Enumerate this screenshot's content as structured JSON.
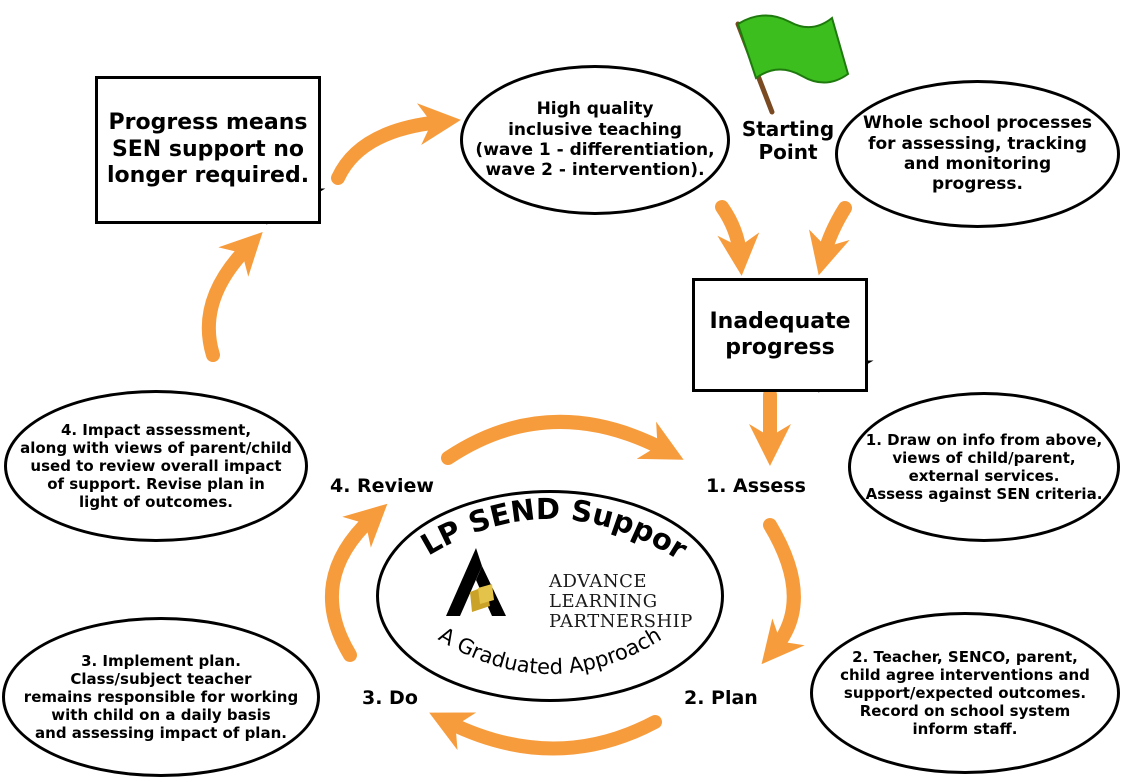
{
  "diagram": {
    "title": "ALP SEND Support",
    "subtitle": "A Graduated Approach",
    "logo": {
      "line1": "ADVANCE",
      "line2": "LEARNING",
      "line3": "PARTNERSHIP"
    },
    "nodes": {
      "progress_means": "Progress means\nSEN support no\nlonger required.",
      "high_quality": "High quality\ninclusive teaching\n(wave 1 - differentiation,\nwave 2 - intervention).",
      "starting_point": "Starting\nPoint",
      "whole_school": "Whole school processes\nfor assessing, tracking\nand monitoring\nprogress.",
      "inadequate": "Inadequate\nprogress",
      "assess_detail": "1. Draw on info from above,\nviews of child/parent,\nexternal services.\nAssess against SEN criteria.",
      "review_detail": "4. Impact assessment,\nalong with views of parent/child\nused to review overall impact\nof support. Revise plan in\nlight of outcomes.",
      "do_detail": "3. Implement plan.\nClass/subject teacher\nremains responsible for working\nwith child on a daily basis\nand assessing impact of plan.",
      "plan_detail": "2. Teacher, SENCO, parent,\nchild agree interventions and\nsupport/expected outcomes.\nRecord on school system\ninform staff."
    },
    "steps": {
      "assess": "1. Assess",
      "plan": "2. Plan",
      "do": "3. Do",
      "review": "4. Review"
    },
    "colors": {
      "arrow": "#f79c3c",
      "flag": "#3cbf1e",
      "outline": "#000000"
    }
  }
}
